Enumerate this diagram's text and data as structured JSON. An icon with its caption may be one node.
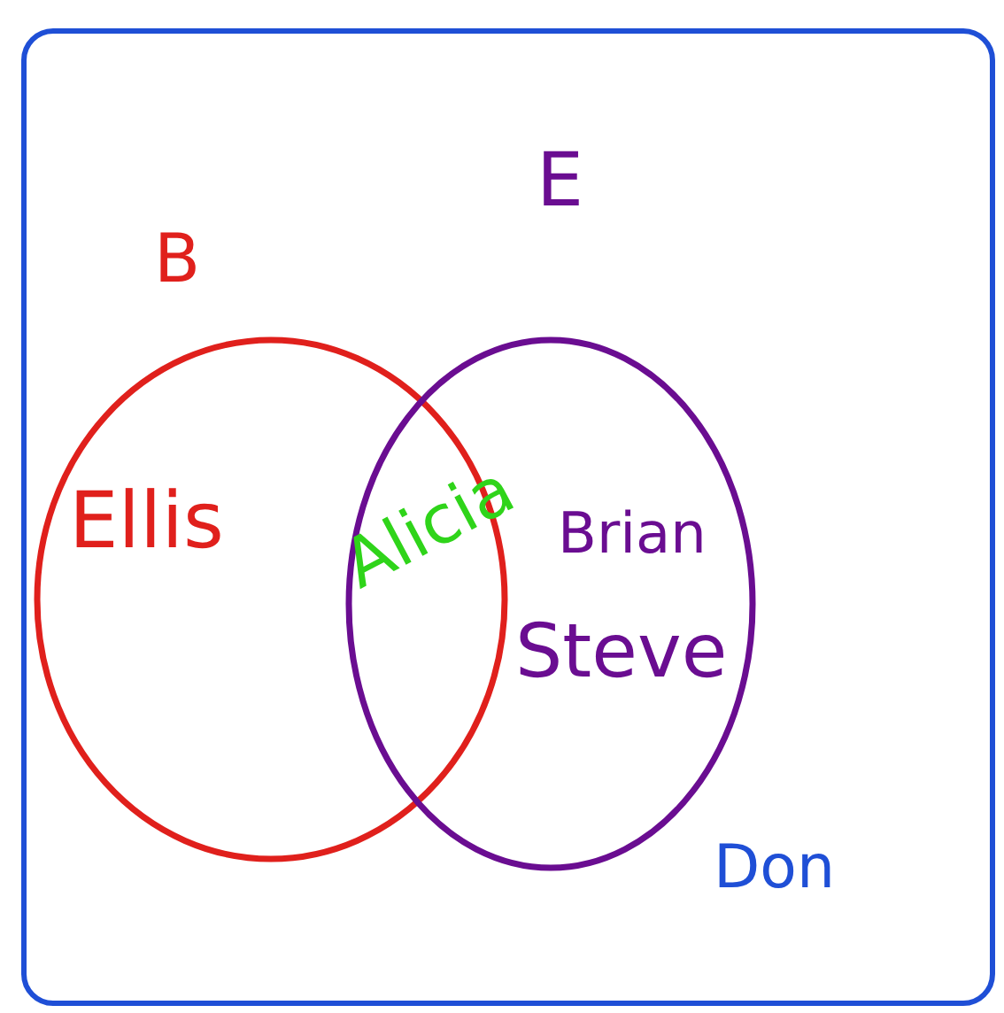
{
  "diagram": {
    "nodes": [
      {
        "text": [
          "Don"
        ]
      },
      {
        "text": [
          "B",
          "Ellis"
        ],
        "in": 0
      },
      {
        "text": [
          "E",
          "Brian",
          "Steve"
        ],
        "in": 0
      }
    ],
    "labels": [
      "Alicia"
    ]
  }
}
